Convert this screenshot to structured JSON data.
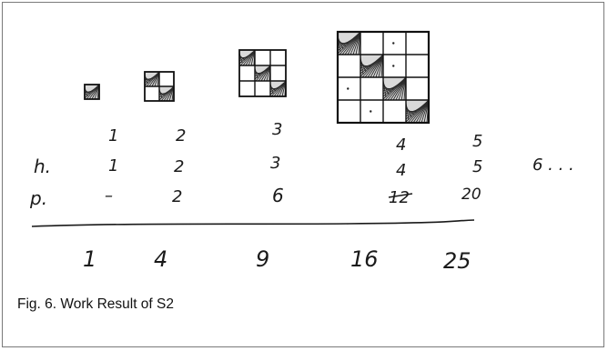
{
  "figure": {
    "caption": "Fig. 6. Work Result of S2",
    "stage_numbers": [
      "1",
      "2",
      "3",
      "4",
      "5"
    ],
    "rows": {
      "h": {
        "label": "h.",
        "values": [
          "1",
          "2",
          "3",
          "4",
          "5"
        ],
        "continuation": "6 . . ."
      },
      "p": {
        "label": "p.",
        "values": [
          "–",
          "2",
          "6",
          "12",
          "20"
        ]
      }
    },
    "totals": [
      "1",
      "4",
      "9",
      "16",
      "25"
    ],
    "grids": [
      {
        "size": 1,
        "hatched": [
          [
            0,
            0
          ]
        ]
      },
      {
        "size": 2,
        "hatched": [
          [
            0,
            0
          ],
          [
            1,
            1
          ]
        ]
      },
      {
        "size": 3,
        "hatched": [
          [
            0,
            0
          ],
          [
            1,
            1
          ],
          [
            2,
            2
          ]
        ]
      },
      {
        "size": 4,
        "hatched": [
          [
            0,
            0
          ],
          [
            1,
            1
          ],
          [
            2,
            2
          ],
          [
            3,
            3
          ]
        ]
      }
    ]
  }
}
